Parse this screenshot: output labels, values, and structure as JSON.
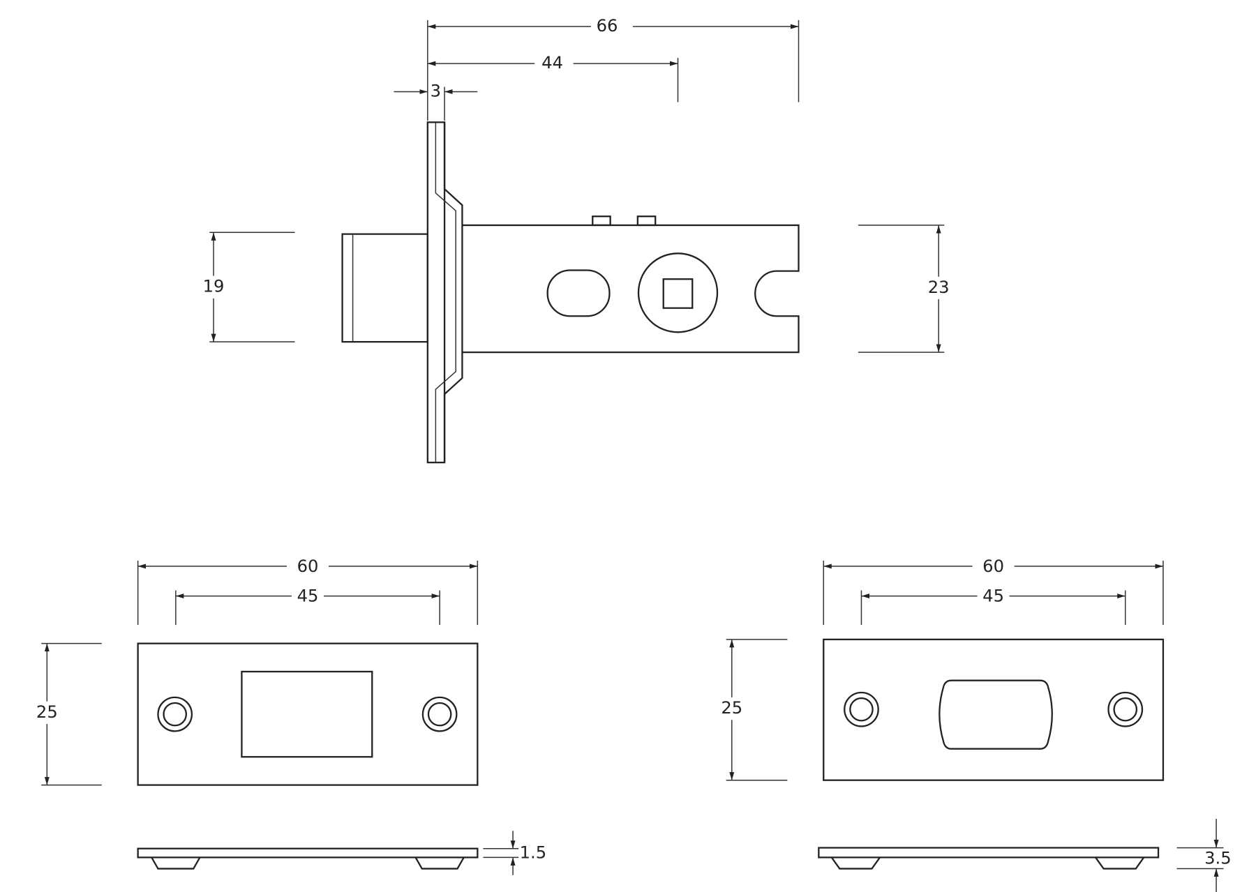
{
  "latch": {
    "overall_length": "66",
    "backset": "44",
    "faceplate_thickness": "3",
    "bolt_height": "19",
    "body_height": "23"
  },
  "strike_plate": {
    "width": "60",
    "hole_spacing": "45",
    "height": "25",
    "thickness": "1.5"
  },
  "forend_plate": {
    "width": "60",
    "hole_spacing": "45",
    "height": "25",
    "thickness": "3.5"
  }
}
